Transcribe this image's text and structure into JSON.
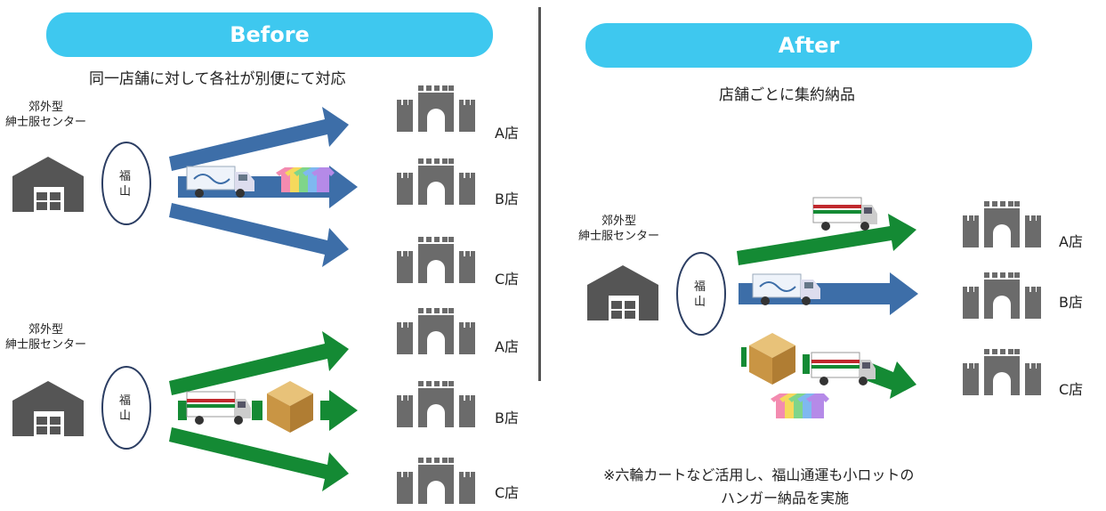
{
  "before": {
    "title": "Before",
    "subtitle": "同一店舗に対して各社が別便にて対応",
    "groups": [
      {
        "center_label": "郊外型\n紳士服センター",
        "hub": "福\n山",
        "stores": [
          "A店",
          "B店",
          "C店"
        ]
      },
      {
        "center_label": "郊外型\n紳士服センター",
        "hub": "福\n山",
        "stores": [
          "A店",
          "B店",
          "C店"
        ]
      }
    ]
  },
  "after": {
    "title": "After",
    "subtitle": "店舗ごとに集約納品",
    "center_label": "郊外型\n紳士服センター",
    "hub": "福\n山",
    "stores": [
      "A店",
      "B店",
      "C店"
    ],
    "note_line1": "※六輪カートなど活用し、福山通運も小ロットの",
    "note_line2": "ハンガー納品を実施"
  },
  "colors": {
    "accent": "#3ec8ef",
    "blue_arrow": "#3d6ea8",
    "green_arrow": "#148a34",
    "building": "#6b6b6b"
  }
}
